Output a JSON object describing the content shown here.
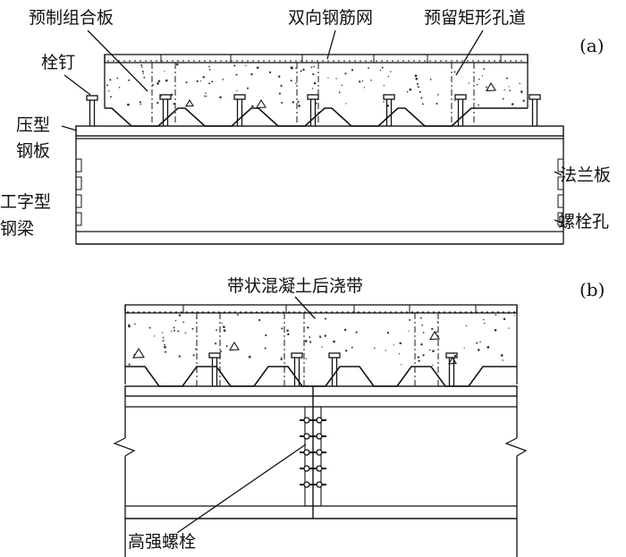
{
  "labels": {
    "precast_slab": "预制组合板",
    "rebar_mesh": "双向钢筋网",
    "rect_hole": "预留矩形孔道",
    "stud": "栓钉",
    "deck_1": "压型",
    "deck_2": "钢板",
    "flange_plate": "法兰板",
    "beam_1": "工字型",
    "beam_2": "钢梁",
    "bolt_hole": "螺栓孔",
    "strip_band": "带状混凝土后浇带",
    "hs_bolt": "高强螺栓"
  },
  "panels": {
    "a": "(a)",
    "b": "(b)"
  },
  "colors": {
    "line": "#111111",
    "background": "#ffffff",
    "dot": "#333333"
  }
}
